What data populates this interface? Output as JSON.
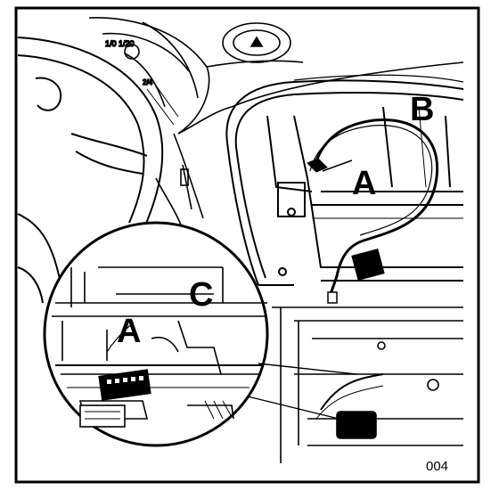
{
  "diagram": {
    "callouts": {
      "a_main": "A",
      "b": "B",
      "a_inset": "A",
      "c": "C"
    },
    "figure_number": "004"
  }
}
